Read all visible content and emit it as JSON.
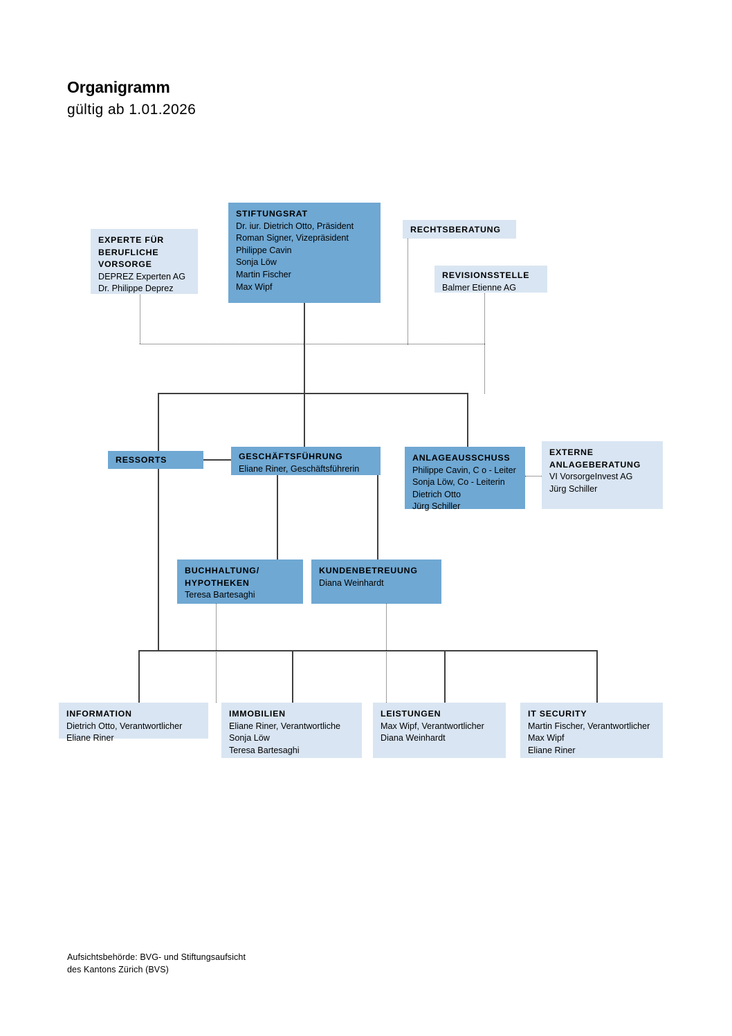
{
  "document": {
    "title": "Organigramm",
    "subtitle": "gültig ab 1.01.2026",
    "footnote": "Aufsichtsbehörde: BVG- und Stiftungsaufsicht\ndes Kantons Zürich (BVS)"
  },
  "colors": {
    "box_dark": "#6fa8d3",
    "box_light": "#d9e5f2",
    "connector": "#3f3f3f",
    "text": "#000000",
    "page_background": "#ffffff"
  },
  "nodes": {
    "experte": {
      "header": "EXPERTE FÜR\nBERUFLICHE\nVORSORGE",
      "body": "DEPREZ Experten AG\nDr. Philippe Deprez",
      "style": "light"
    },
    "stiftungsrat": {
      "header": "STIFTUNGSRAT",
      "body": "Dr. iur. Dietrich Otto, Präsident\nRoman Signer, Vizepräsident\nPhilippe  Cavin\nSonja Löw\nMartin Fischer\nMax Wipf",
      "style": "dark"
    },
    "rechtsberatung": {
      "header": "RECHTSBERATUNG",
      "body": "",
      "style": "light"
    },
    "revisionsstelle": {
      "header": "REVISIONSSTELLE",
      "body": "Balmer Etienne AG",
      "style": "light"
    },
    "ressorts": {
      "header": "RESSORTS",
      "body": "",
      "style": "dark"
    },
    "geschaeftsfuehrung": {
      "header": "GESCHÄFTSFÜHRUNG",
      "body": "Eliane Riner, Geschäftsführerin",
      "style": "dark"
    },
    "anlageausschuss": {
      "header": "ANLAGEAUSSCHUSS",
      "body": "Philippe Cavin, C o - Leiter\nSonja Löw, Co - Leiterin\nDietrich Otto\nJürg Schiller",
      "style": "dark"
    },
    "externe_anlageberatung": {
      "header": "EXTERNE\nANLAGEBERATUNG",
      "body": "VI VorsorgeInvest AG\nJürg Schiller",
      "style": "light"
    },
    "buchhaltung": {
      "header": "BUCHHALTUNG/\nHYPOTHEKEN",
      "body": "Teresa Bartesaghi",
      "style": "dark"
    },
    "kundenbetreuung": {
      "header": "KUNDENBETREUUNG",
      "body": "Diana Weinhardt",
      "style": "dark"
    },
    "information": {
      "header": "INFORMATION",
      "body": "Dietrich Otto, Verantwortlicher\nEliane Riner",
      "style": "light"
    },
    "immobilien": {
      "header": "IMMOBILIEN",
      "body": "Eliane Riner, Verantwortliche\nSonja Löw\nTeresa Bartesaghi",
      "style": "light"
    },
    "leistungen": {
      "header": "LEISTUNGEN",
      "body": "Max Wipf, Verantwortlicher\nDiana Weinhardt",
      "style": "light"
    },
    "it_security": {
      "header": "IT SECURITY",
      "body": "Martin Fischer, Verantwortlicher\nMax Wipf\nEliane Riner",
      "style": "light"
    }
  }
}
